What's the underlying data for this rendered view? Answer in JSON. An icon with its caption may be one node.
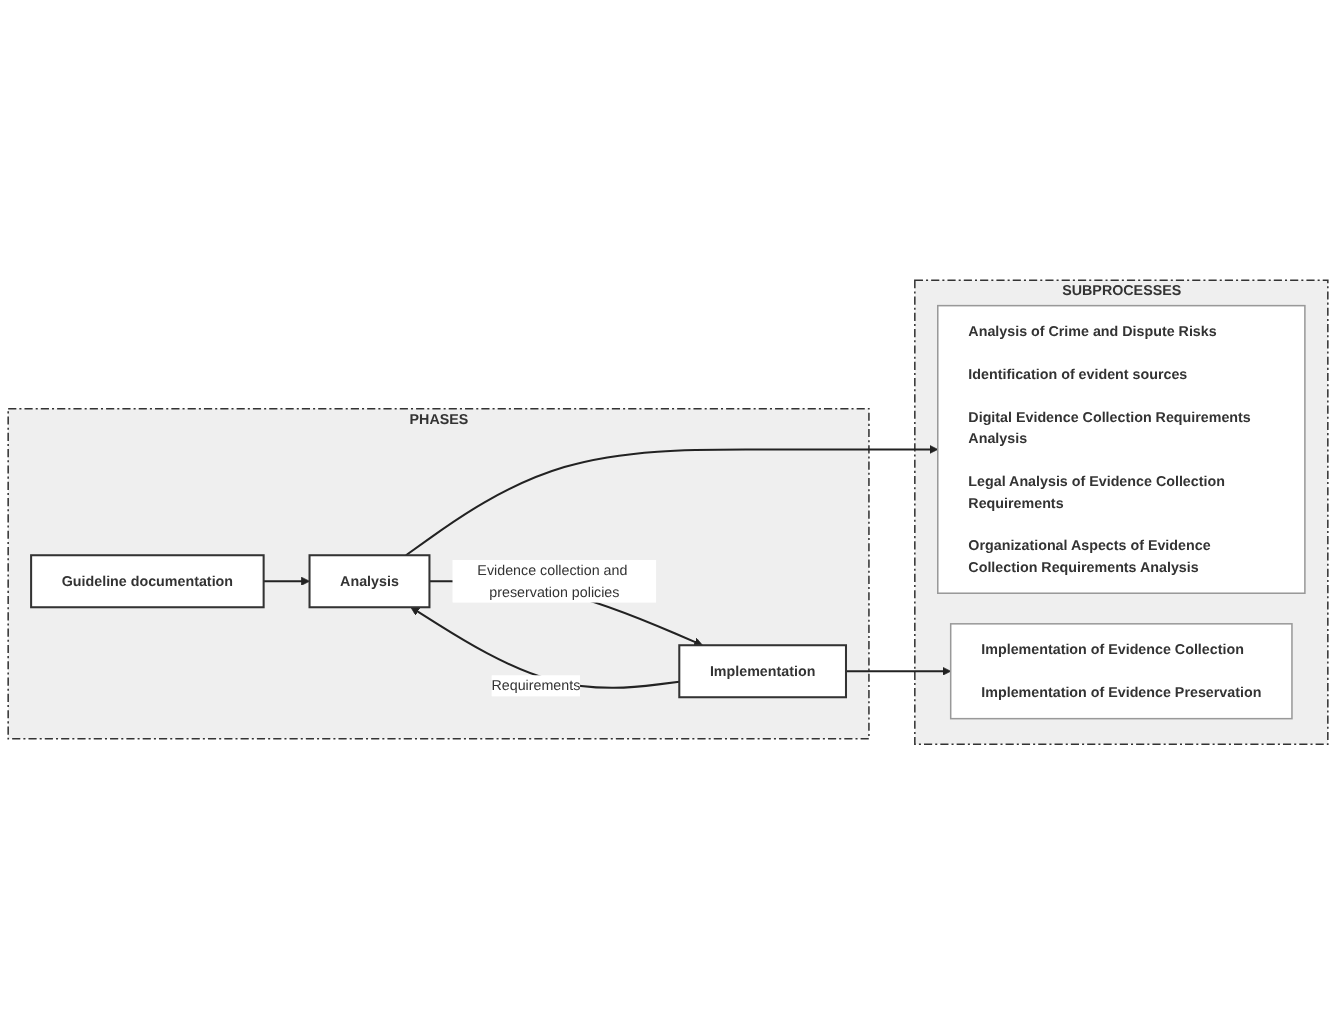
{
  "diagram": {
    "nodes": [
      {
        "text": [
          "PHASES"
        ]
      },
      {
        "text": [
          "Guideline documentation"
        ],
        "in": 0
      },
      {
        "text": [
          "Analysis"
        ],
        "in": 0
      },
      {
        "text": [
          "Implementation"
        ],
        "in": 0
      },
      {
        "text": [
          "SUBPROCESSES"
        ]
      },
      {
        "text": [
          "Analysis of Crime and Dispute Risks",
          "Identification of evident sources",
          "Digital Evidence Collection Requirements Analysis",
          "Legal Analysis of Evidence Collection Requirements",
          "Organizational Aspects of Evidence Collection Requirements Analysis"
        ],
        "in": 4
      },
      {
        "text": [
          "Implementation of Evidence Collection",
          "Implementation of Evidence Preservation"
        ],
        "in": 4
      }
    ],
    "edges": [
      {
        "from": 1,
        "to": 2,
        "arrow": "to"
      },
      {
        "from": 2,
        "to": 3,
        "arrow": "to",
        "label": "Evidence collection and preservation policies"
      },
      {
        "from": 3,
        "to": 2,
        "arrow": "to",
        "label": "Requirements"
      },
      {
        "from": 2,
        "to": 5,
        "arrow": "to"
      },
      {
        "from": 3,
        "to": 6,
        "arrow": "to"
      }
    ]
  }
}
